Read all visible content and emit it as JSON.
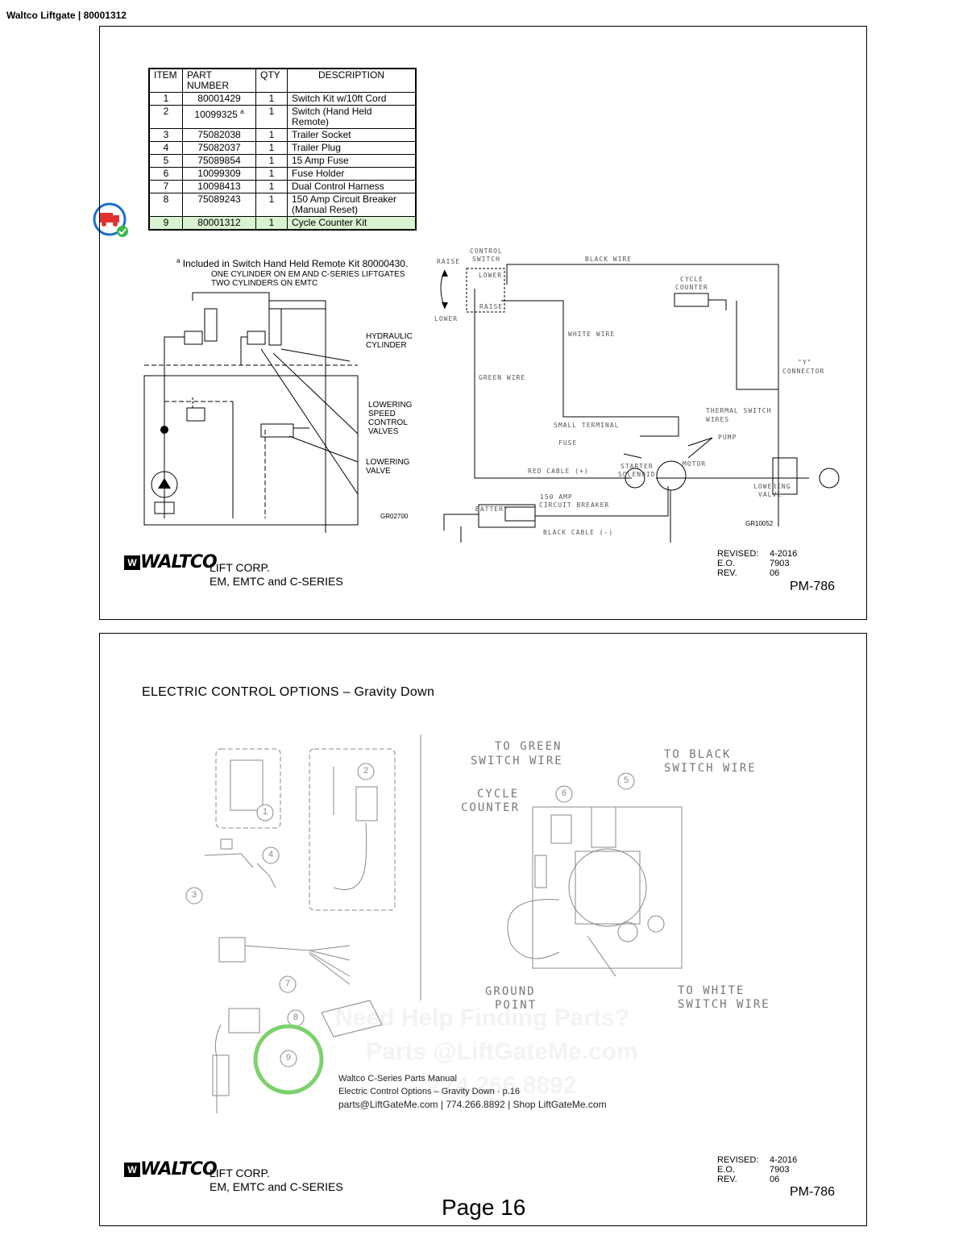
{
  "doc_header": "Waltco Liftgate | 80001312",
  "parts_table": {
    "columns": [
      "ITEM",
      "PART NUMBER",
      "QTY",
      "DESCRIPTION"
    ],
    "rows": [
      {
        "item": "1",
        "part": "80001429",
        "sup": "",
        "qty": "1",
        "desc": "Switch Kit w/10ft Cord"
      },
      {
        "item": "2",
        "part": "10099325",
        "sup": "a",
        "qty": "1",
        "desc": "Switch (Hand Held Remote)"
      },
      {
        "item": "3",
        "part": "75082038",
        "sup": "",
        "qty": "1",
        "desc": "Trailer Socket"
      },
      {
        "item": "4",
        "part": "75082037",
        "sup": "",
        "qty": "1",
        "desc": "Trailer Plug"
      },
      {
        "item": "5",
        "part": "75089854",
        "sup": "",
        "qty": "1",
        "desc": "15 Amp Fuse"
      },
      {
        "item": "6",
        "part": "10099309",
        "sup": "",
        "qty": "1",
        "desc": "Fuse Holder"
      },
      {
        "item": "7",
        "part": "10098413",
        "sup": "",
        "qty": "1",
        "desc": "Dual Control Harness"
      },
      {
        "item": "8",
        "part": "75089243",
        "sup": "",
        "qty": "1",
        "desc": "150 Amp Circuit Breaker (Manual Reset)"
      },
      {
        "item": "9",
        "part": "80001312",
        "sup": "",
        "qty": "1",
        "desc": "Cycle Counter Kit"
      }
    ],
    "footnote_mark": "a",
    "footnote": "Included in Switch Hand Held Remote Kit 80000430."
  },
  "hydraulic": {
    "heading1": "ONE CYLINDER ON EM AND C-SERIES LIFTGATES",
    "heading2": "TWO CYLINDERS ON EMTC",
    "cyl1": "HYDRAULIC",
    "cyl2": "CYLINDER",
    "lsv1": "LOWERING",
    "lsv2": "SPEED",
    "lsv3": "CONTROL",
    "lsv4": "VALVES",
    "lv1": "LOWERING",
    "lv2": "VALVE",
    "code": "GR02700"
  },
  "wiring": {
    "control_switch1": "CONTROL",
    "control_switch2": "SWITCH",
    "raise": "RAISE",
    "lower": "LOWER",
    "sw_lower": "LOWER",
    "sw_raise": "RAISE",
    "black_wire": "BLACK WIRE",
    "cycle_counter1": "CYCLE",
    "cycle_counter2": "COUNTER",
    "white_wire": "WHITE WIRE",
    "y_connector1": "\"Y\"",
    "y_connector2": "CONNECTOR",
    "green_wire": "GREEN WIRE",
    "thermal1": "THERMAL SWITCH",
    "thermal2": "WIRES",
    "small_terminal": "SMALL TERMINAL",
    "fuse": "FUSE",
    "pump": "PUMP",
    "red_cable": "RED CABLE (+)",
    "starter1": "STARTER",
    "starter2": "SOLENOID",
    "motor": "MOTOR",
    "breaker1": "150 AMP",
    "breaker2": "CIRCUIT BREAKER",
    "battery": "BATTERY",
    "lowering_valve1": "LOWERING",
    "lowering_valve2": "VALVE",
    "black_cable": "BLACK CABLE (-)",
    "code": "GR10052"
  },
  "footer1": {
    "logo": "WALTCO",
    "lift_corp": "LIFT CORP.",
    "series": "EM, EMTC and C-SERIES",
    "revised_label": "REVISED:",
    "revised": "4-2016",
    "eo_label": "E.O.",
    "eo": "7903",
    "rev_label": "REV.",
    "rev": "06",
    "pm": "PM-786"
  },
  "section2": {
    "title": "ELECTRIC CONTROL OPTIONS – Gravity Down",
    "to_green1": "TO GREEN",
    "to_green2": "SWITCH WIRE",
    "to_black1": "TO BLACK",
    "to_black2": "SWITCH WIRE",
    "cycle1": "CYCLE",
    "cycle2": "COUNTER",
    "ground1": "GROUND",
    "ground2": "POINT",
    "to_white1": "TO WHITE",
    "to_white2": "SWITCH WIRE",
    "watermark1": "Need Help Finding Parts?",
    "watermark2": "Parts @LiftGateMe.com",
    "watermark3": "774.266.8892",
    "note1": "Waltco C-Series Parts Manual",
    "note2": "Electric Control Options – Gravity Down · p.16",
    "note3": "parts@LiftGateMe.com | 774.266.8892 | Shop LiftGateMe.com",
    "callouts": [
      "1",
      "2",
      "3",
      "4",
      "5",
      "6",
      "7",
      "8",
      "9"
    ]
  },
  "footer2": {
    "logo": "WALTCO",
    "lift_corp": "LIFT CORP.",
    "series": "EM, EMTC and C-SERIES",
    "revised_label": "REVISED:",
    "revised": "4-2016",
    "eo_label": "E.O.",
    "eo": "7903",
    "rev_label": "REV.",
    "rev": "06",
    "pm": "PM-786"
  },
  "page_label": "Page 16",
  "colors": {
    "highlight_row": "#d9f2d0",
    "highlight_ring": "#7dd16d",
    "badge": "#1a6fd1",
    "badge_truck": "#e0302f",
    "check": "#3cb54a"
  }
}
